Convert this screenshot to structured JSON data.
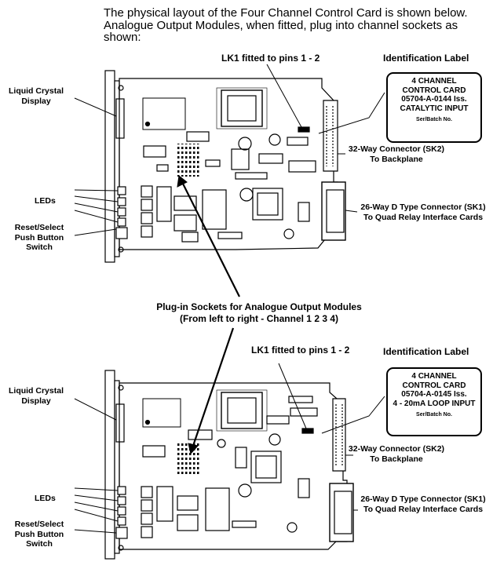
{
  "intro": {
    "line1": "The physical layout of the Four Channel Control Card is shown below.",
    "line2": "Analogue Output Modules, when fitted, plug into channel sockets as",
    "line3": "shown:"
  },
  "top_card": {
    "lk1": "LK1 fitted to pins 1 - 2",
    "id_heading": "Identification Label",
    "id_label": {
      "line1": "4 CHANNEL",
      "line2": "CONTROL CARD",
      "line3": "05704-A-0144  Iss.",
      "line4": "CATALYTIC INPUT",
      "ser": "Ser/Batch No."
    },
    "lcd": [
      "Liquid Crystal",
      "Display"
    ],
    "leds": "LEDs",
    "reset": [
      "Reset/Select",
      "Push Button",
      "Switch"
    ],
    "sk2": [
      "32-Way Connector (SK2)",
      "To Backplane"
    ],
    "sk1": [
      "26-Way D Type Connector (SK1)",
      "To Quad Relay Interface Cards"
    ]
  },
  "plugin": {
    "line1": "Plug-in Sockets for Analogue Output Modules",
    "line2": "(From left to right - Channel  1  2  3  4)"
  },
  "bottom_card": {
    "lk1": "LK1 fitted to pins 1 - 2",
    "id_heading": "Identification Label",
    "id_label": {
      "line1": "4 CHANNEL",
      "line2": "CONTROL CARD",
      "line3": "05704-A-0145  Iss.",
      "line4": "4 - 20mA LOOP INPUT",
      "ser": "Ser/Batch No."
    },
    "lcd": [
      "Liquid Crystal",
      "Display"
    ],
    "leds": "LEDs",
    "reset": [
      "Reset/Select",
      "Push Button",
      "Switch"
    ],
    "sk2": [
      "32-Way Connector (SK2)",
      "To Backplane"
    ],
    "sk1": [
      "26-Way D Type Connector (SK1)",
      "To Quad Relay Interface Cards"
    ]
  }
}
